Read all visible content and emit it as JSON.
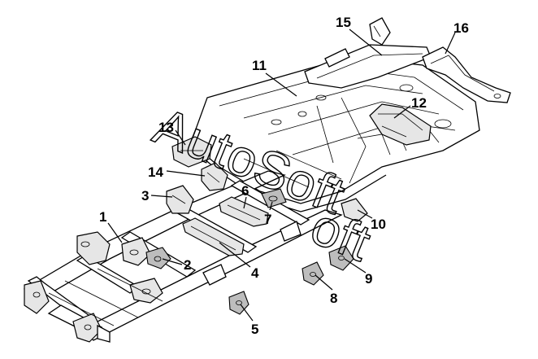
{
  "watermark": {
    "text_upper": "AutoSoft",
    "text_lower": "oft"
  },
  "callouts": [
    {
      "id": "1",
      "label": "1"
    },
    {
      "id": "2",
      "label": "2"
    },
    {
      "id": "3",
      "label": "3"
    },
    {
      "id": "4",
      "label": "4"
    },
    {
      "id": "5",
      "label": "5"
    },
    {
      "id": "6",
      "label": "6"
    },
    {
      "id": "7",
      "label": "7"
    },
    {
      "id": "8",
      "label": "8"
    },
    {
      "id": "9",
      "label": "9"
    },
    {
      "id": "10",
      "label": "10"
    },
    {
      "id": "11",
      "label": "11"
    },
    {
      "id": "12",
      "label": "12"
    },
    {
      "id": "13",
      "label": "13"
    },
    {
      "id": "14",
      "label": "14"
    },
    {
      "id": "15",
      "label": "15"
    },
    {
      "id": "16",
      "label": "16"
    }
  ],
  "colors": {
    "line": "#000000",
    "background": "#ffffff",
    "shade_light": "#e6e6e6",
    "shade_dark": "#bdbdbd"
  }
}
